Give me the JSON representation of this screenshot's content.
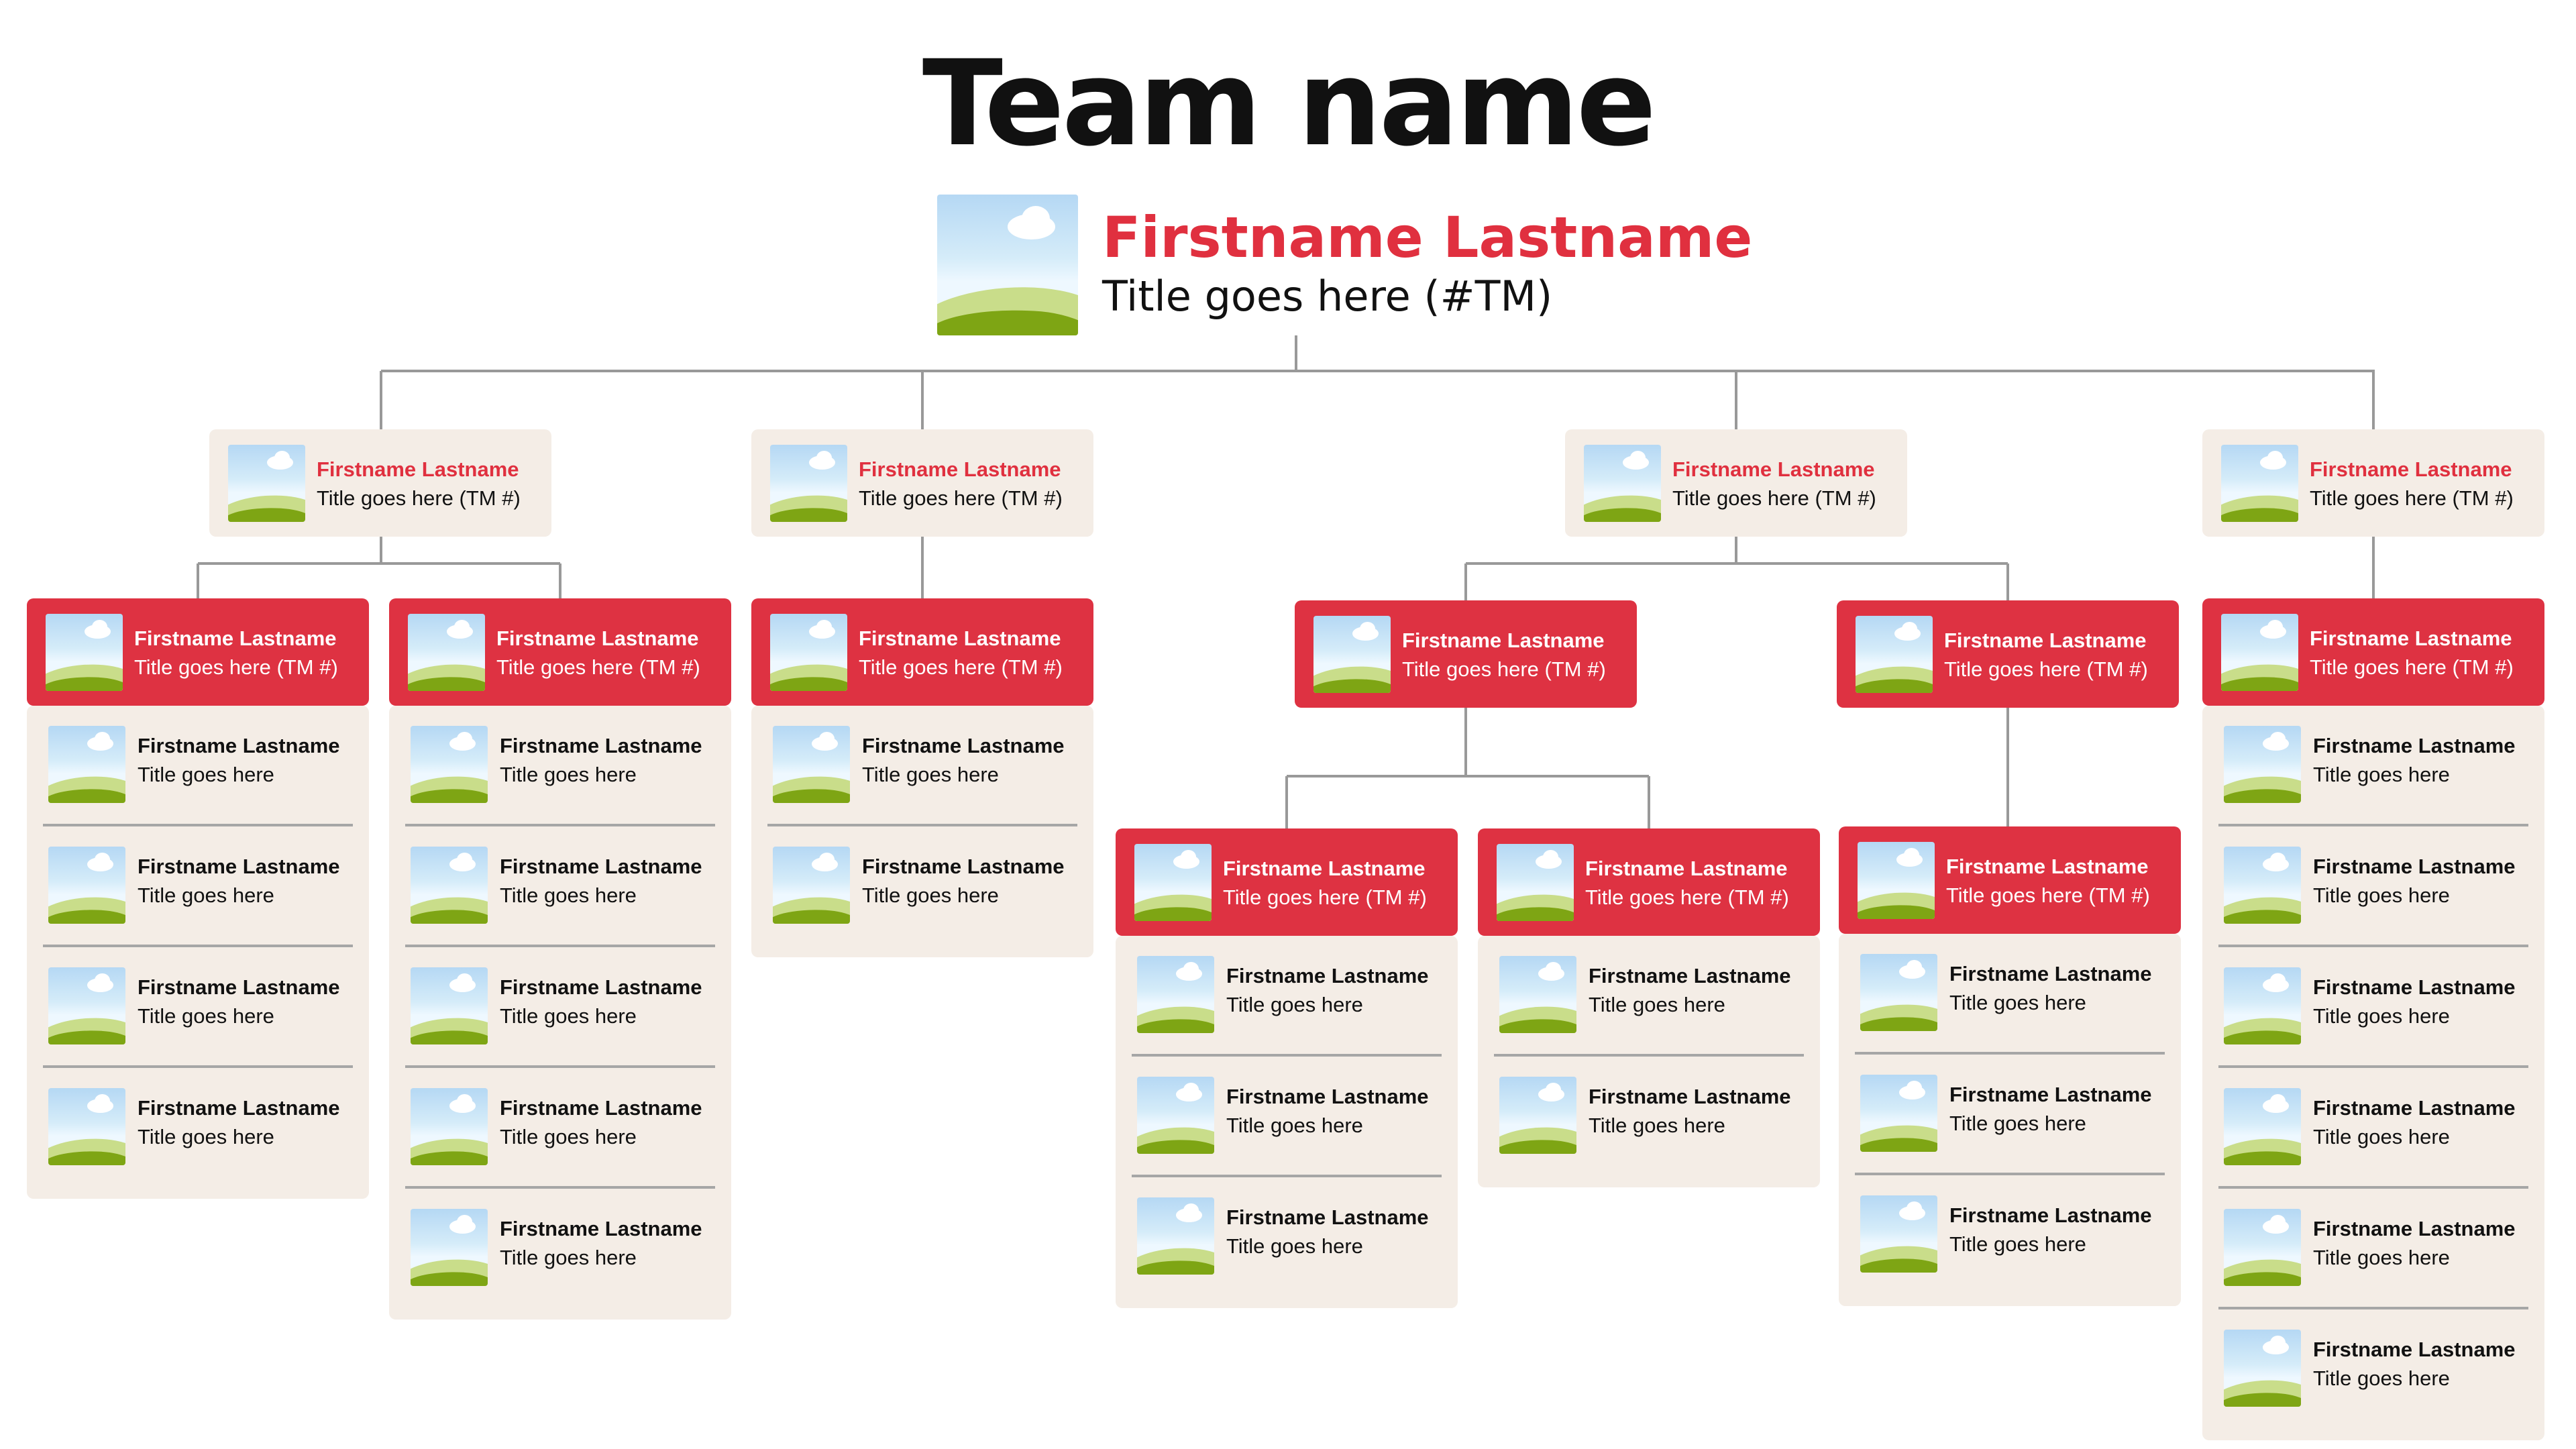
{
  "team": {
    "title": "Team name"
  },
  "leader": {
    "name": "Firstname Lastname",
    "title": "Title goes here (#TM)"
  },
  "managers": [
    {
      "name": "Firstname Lastname",
      "title": "Title goes here (TM #)"
    },
    {
      "name": "Firstname Lastname",
      "title": "Title goes here (TM #)"
    },
    {
      "name": "Firstname Lastname",
      "title": "Title goes here (TM #)"
    },
    {
      "name": "Firstname Lastname",
      "title": "Title goes here (TM #)"
    }
  ],
  "groups": [
    {
      "name": "Firstname Lastname",
      "title": "Title goes here (TM #)",
      "members": [
        {
          "name": "Firstname Lastname",
          "title": "Title goes here"
        },
        {
          "name": "Firstname Lastname",
          "title": "Title goes here"
        },
        {
          "name": "Firstname Lastname",
          "title": "Title goes here"
        },
        {
          "name": "Firstname Lastname",
          "title": "Title goes here"
        }
      ]
    },
    {
      "name": "Firstname Lastname",
      "title": "Title goes here (TM #)",
      "members": [
        {
          "name": "Firstname Lastname",
          "title": "Title goes here"
        },
        {
          "name": "Firstname Lastname",
          "title": "Title goes here"
        },
        {
          "name": "Firstname Lastname",
          "title": "Title goes here"
        },
        {
          "name": "Firstname Lastname",
          "title": "Title goes here"
        },
        {
          "name": "Firstname Lastname",
          "title": "Title goes here"
        }
      ]
    },
    {
      "name": "Firstname Lastname",
      "title": "Title goes here (TM #)",
      "members": [
        {
          "name": "Firstname Lastname",
          "title": "Title goes here"
        },
        {
          "name": "Firstname Lastname",
          "title": "Title goes here"
        }
      ]
    },
    {
      "name": "Firstname Lastname",
      "title": "Title goes here (TM #)",
      "members": []
    },
    {
      "name": "Firstname Lastname",
      "title": "Title goes here (TM #)",
      "members": []
    },
    {
      "name": "Firstname Lastname",
      "title": "Title goes here (TM #)",
      "members": [
        {
          "name": "Firstname Lastname",
          "title": "Title goes here"
        },
        {
          "name": "Firstname Lastname",
          "title": "Title goes here"
        },
        {
          "name": "Firstname Lastname",
          "title": "Title goes here"
        },
        {
          "name": "Firstname Lastname",
          "title": "Title goes here"
        },
        {
          "name": "Firstname Lastname",
          "title": "Title goes here"
        },
        {
          "name": "Firstname Lastname",
          "title": "Title goes here"
        }
      ]
    }
  ],
  "subgroups": [
    {
      "name": "Firstname Lastname",
      "title": "Title goes here (TM #)",
      "members": [
        {
          "name": "Firstname Lastname",
          "title": "Title goes here"
        },
        {
          "name": "Firstname Lastname",
          "title": "Title goes here"
        },
        {
          "name": "Firstname Lastname",
          "title": "Title goes here"
        }
      ]
    },
    {
      "name": "Firstname Lastname",
      "title": "Title goes here (TM #)",
      "members": [
        {
          "name": "Firstname Lastname",
          "title": "Title goes here"
        },
        {
          "name": "Firstname Lastname",
          "title": "Title goes here"
        }
      ]
    },
    {
      "name": "Firstname Lastname",
      "title": "Title goes here (TM #)",
      "members": [
        {
          "name": "Firstname Lastname",
          "title": "Title goes here"
        },
        {
          "name": "Firstname Lastname",
          "title": "Title goes here"
        },
        {
          "name": "Firstname Lastname",
          "title": "Title goes here"
        }
      ]
    }
  ],
  "colors": {
    "accent": "#de3242",
    "card_bg": "#f4ede6",
    "connector": "#999999",
    "text": "#111111"
  }
}
